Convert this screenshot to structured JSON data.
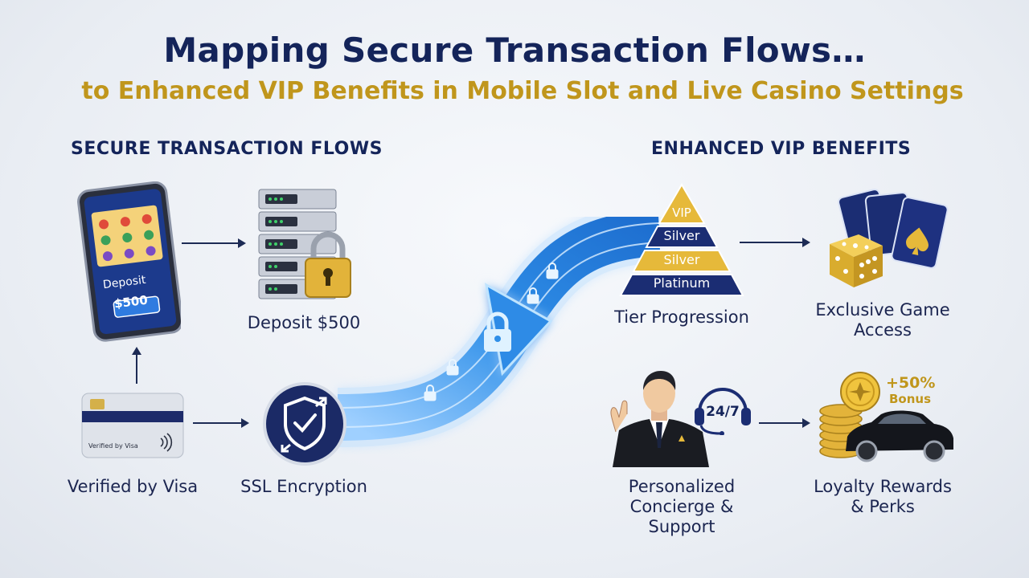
{
  "header": {
    "title": "Mapping Secure Transaction Flows…",
    "subtitle": "to Enhanced VIP Benefits in Mobile Slot and Live Casino Settings"
  },
  "left_section": {
    "heading": "SECURE TRANSACTION FLOWS",
    "phone": {
      "screen_label": "Deposit",
      "amount": "$500"
    },
    "server_label": "Deposit $500",
    "card": {
      "text": "Verified by Visa"
    },
    "card_label": "Verified by Visa",
    "ssl_label": "SSL Encryption"
  },
  "right_section": {
    "heading": "ENHANCED VIP BENEFITS",
    "pyramid_tiers": [
      "VIP",
      "Silver",
      "Silver",
      "Platinum"
    ],
    "tier_label": "Tier Progression",
    "games_label_1": "Exclusive Game",
    "games_label_2": "Access",
    "headset_text": "24/7",
    "concierge_label_1": "Personalized",
    "concierge_label_2": "Concierge &",
    "concierge_label_3": "Support",
    "bonus_percent": "+50%",
    "bonus_word": "Bonus",
    "rewards_label_1": "Loyalty Rewards",
    "rewards_label_2": "& Perks"
  },
  "colors": {
    "navy": "#14245a",
    "gold": "#c0961c",
    "flow_blue": "#2f8fe8"
  }
}
